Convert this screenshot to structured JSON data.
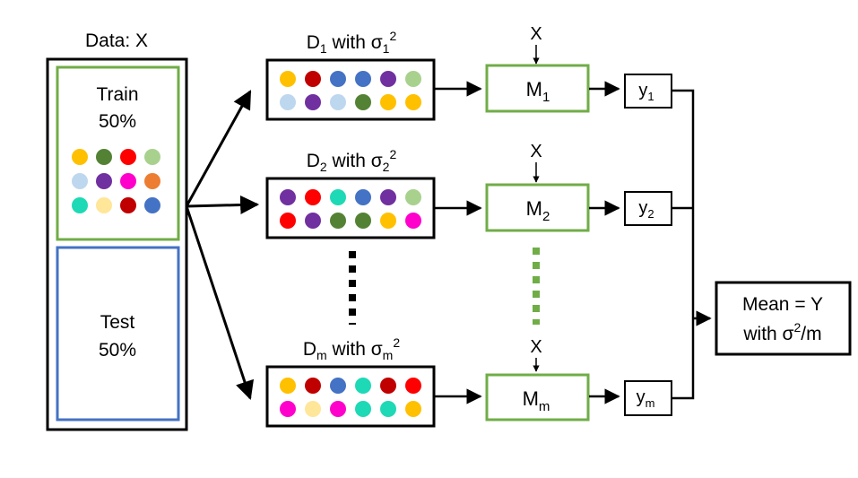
{
  "data_label": "Data: X",
  "train": {
    "title": "Train",
    "percent": "50%"
  },
  "test": {
    "title": "Test",
    "percent": "50%"
  },
  "train_dots": [
    [
      "#FFC000",
      "#548235",
      "#FF0000",
      "#A9D18E"
    ],
    [
      "#BDD7EE",
      "#7030A0",
      "#FF00CC",
      "#ED7D31"
    ],
    [
      "#1ED9B6",
      "#FFE699",
      "#C00000",
      "#4472C4"
    ]
  ],
  "datasets": [
    {
      "name": "D",
      "sub": "1",
      "with": " with σ",
      "var_sub": "1",
      "sup": "2",
      "dots": [
        [
          "#FFC000",
          "#C00000",
          "#4472C4",
          "#4472C4",
          "#7030A0",
          "#A9D18E"
        ],
        [
          "#BDD7EE",
          "#7030A0",
          "#BDD7EE",
          "#548235",
          "#FFC000",
          "#FFC000"
        ]
      ]
    },
    {
      "name": "D",
      "sub": "2",
      "with": " with σ",
      "var_sub": "2",
      "sup": "2",
      "dots": [
        [
          "#7030A0",
          "#FF0000",
          "#1ED9B6",
          "#4472C4",
          "#7030A0",
          "#A9D18E"
        ],
        [
          "#FF0000",
          "#7030A0",
          "#548235",
          "#548235",
          "#FFC000",
          "#FF00CC"
        ]
      ]
    },
    {
      "name": "D",
      "sub": "m",
      "with": " with σ",
      "var_sub": "m",
      "sup": "2",
      "dots": [
        [
          "#FFC000",
          "#C00000",
          "#4472C4",
          "#1ED9B6",
          "#C00000",
          "#FF0000"
        ],
        [
          "#FF00CC",
          "#FFE699",
          "#FF00CC",
          "#1ED9B6",
          "#1ED9B6",
          "#FFC000"
        ]
      ]
    }
  ],
  "models": [
    {
      "name": "M",
      "sub": "1",
      "input": "X"
    },
    {
      "name": "M",
      "sub": "2",
      "input": "X"
    },
    {
      "name": "M",
      "sub": "m",
      "input": "X"
    }
  ],
  "outputs": [
    {
      "name": "y",
      "sub": "1"
    },
    {
      "name": "y",
      "sub": "2"
    },
    {
      "name": "y",
      "sub": "m"
    }
  ],
  "mean": {
    "line1": "Mean = Y",
    "line2_prefix": "with σ",
    "line2_sup": "2",
    "line2_suffix": "/m"
  },
  "colors": {
    "train_border": "#70AD47",
    "test_border": "#4472C4",
    "model_border": "#70AD47",
    "model_dots": "#70AD47",
    "stroke": "#000000"
  }
}
